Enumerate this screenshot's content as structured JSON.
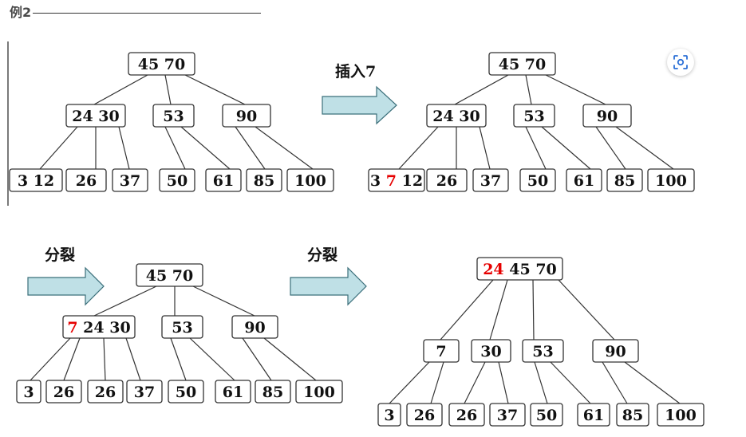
{
  "heading": "例2",
  "labels": {
    "insert": "插入7",
    "split1": "分裂",
    "split2": "分裂"
  },
  "colors": {
    "highlight": "#e60000",
    "arrow_fill": "#bfe0e6",
    "arrow_stroke": "#3b6f7a",
    "text": "#111111"
  },
  "trees": [
    {
      "name": "initial-tree",
      "nodes": {
        "r": [
          {
            "t": "45"
          },
          {
            "t": "70"
          }
        ],
        "a": [
          {
            "t": "24"
          },
          {
            "t": "30"
          }
        ],
        "b": [
          {
            "t": "53"
          }
        ],
        "c": [
          {
            "t": "90"
          }
        ],
        "l1": [
          {
            "t": "3"
          },
          {
            "t": "12"
          }
        ],
        "l2": [
          {
            "t": "26"
          }
        ],
        "l3": [
          {
            "t": "37"
          }
        ],
        "l4": [
          {
            "t": "50"
          }
        ],
        "l5": [
          {
            "t": "61"
          }
        ],
        "l6": [
          {
            "t": "85"
          }
        ],
        "l7": [
          {
            "t": "100"
          }
        ]
      }
    },
    {
      "name": "after-insert-tree",
      "nodes": {
        "r": [
          {
            "t": "45"
          },
          {
            "t": "70"
          }
        ],
        "a": [
          {
            "t": "24"
          },
          {
            "t": "30"
          }
        ],
        "b": [
          {
            "t": "53"
          }
        ],
        "c": [
          {
            "t": "90"
          }
        ],
        "l1": [
          {
            "t": "3"
          },
          {
            "t": "7",
            "hl": true
          },
          {
            "t": "12"
          }
        ],
        "l2": [
          {
            "t": "26"
          }
        ],
        "l3": [
          {
            "t": "37"
          }
        ],
        "l4": [
          {
            "t": "50"
          }
        ],
        "l5": [
          {
            "t": "61"
          }
        ],
        "l6": [
          {
            "t": "85"
          }
        ],
        "l7": [
          {
            "t": "100"
          }
        ]
      }
    },
    {
      "name": "first-split-tree",
      "nodes": {
        "r": [
          {
            "t": "45"
          },
          {
            "t": "70"
          }
        ],
        "a": [
          {
            "t": "7",
            "hl": true
          },
          {
            "t": "24"
          },
          {
            "t": "30"
          }
        ],
        "b": [
          {
            "t": "53"
          }
        ],
        "c": [
          {
            "t": "90"
          }
        ],
        "l1": [
          {
            "t": "3"
          }
        ],
        "l2": [
          {
            "t": "26"
          }
        ],
        "l3": [
          {
            "t": "26"
          }
        ],
        "l4": [
          {
            "t": "37"
          }
        ],
        "l5": [
          {
            "t": "50"
          }
        ],
        "l6": [
          {
            "t": "61"
          }
        ],
        "l7": [
          {
            "t": "85"
          }
        ],
        "l8": [
          {
            "t": "100"
          }
        ]
      }
    },
    {
      "name": "second-split-tree",
      "nodes": {
        "r": [
          {
            "t": "24",
            "hl": true
          },
          {
            "t": "45"
          },
          {
            "t": "70"
          }
        ],
        "a": [
          {
            "t": "7"
          }
        ],
        "b": [
          {
            "t": "30"
          }
        ],
        "c": [
          {
            "t": "53"
          }
        ],
        "d": [
          {
            "t": "90"
          }
        ],
        "l1": [
          {
            "t": "3"
          }
        ],
        "l2": [
          {
            "t": "26"
          }
        ],
        "l3": [
          {
            "t": "26"
          }
        ],
        "l4": [
          {
            "t": "37"
          }
        ],
        "l5": [
          {
            "t": "50"
          }
        ],
        "l6": [
          {
            "t": "61"
          }
        ],
        "l7": [
          {
            "t": "85"
          }
        ],
        "l8": [
          {
            "t": "100"
          }
        ]
      }
    }
  ],
  "scan_button_icon": "scan-icon"
}
